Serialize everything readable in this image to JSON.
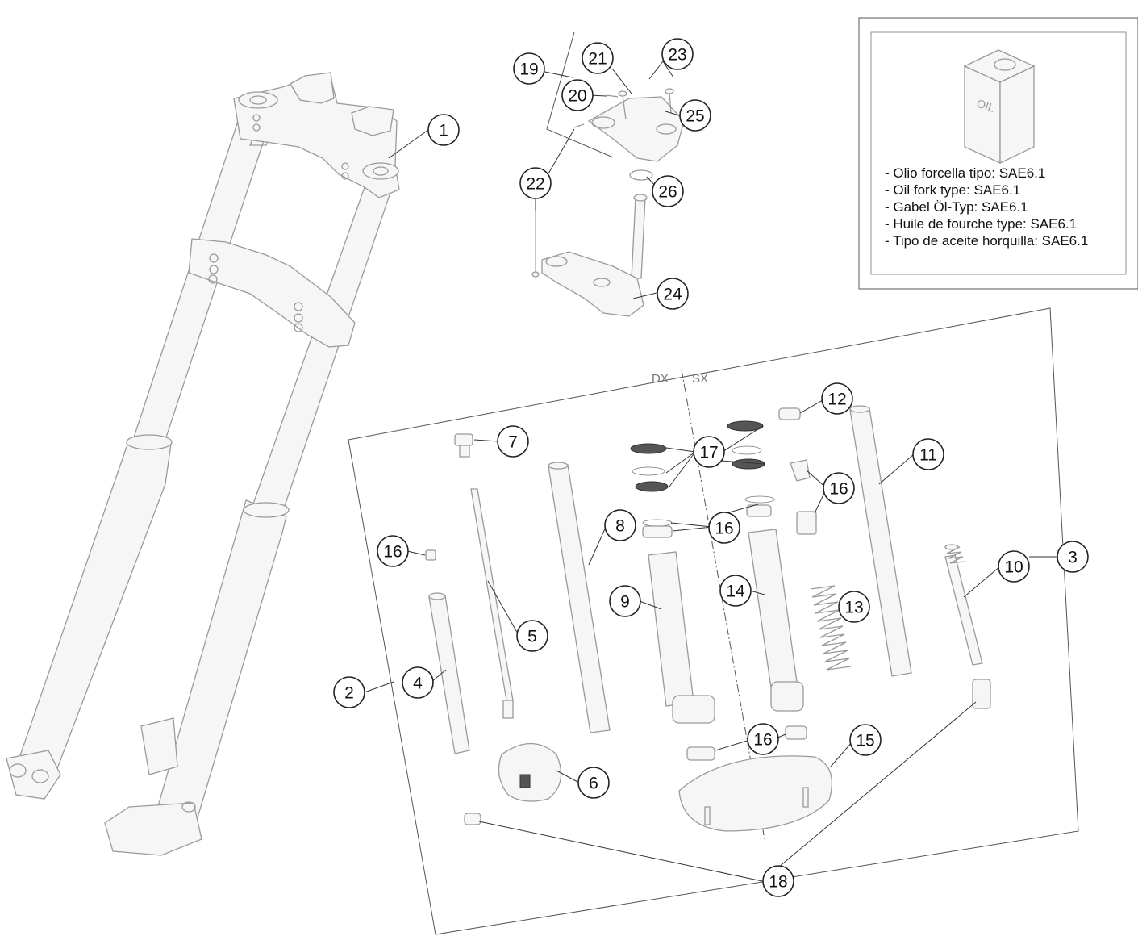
{
  "oil_spec": {
    "can_label": "OIL",
    "lines": [
      "- Olio forcella tipo: SAE6.1",
      "- Oil fork type: SAE6.1",
      "- Gabel Öl-Typ: SAE6.1",
      "- Huile de fourche type: SAE6.1",
      "- Tipo de aceite horquilla: SAE6.1"
    ]
  },
  "sides": {
    "right": "DX",
    "left": "SX"
  },
  "callouts": [
    {
      "id": "callout-1",
      "label": "1"
    },
    {
      "id": "callout-2",
      "label": "2"
    },
    {
      "id": "callout-3",
      "label": "3"
    },
    {
      "id": "callout-4",
      "label": "4"
    },
    {
      "id": "callout-5",
      "label": "5"
    },
    {
      "id": "callout-6",
      "label": "6"
    },
    {
      "id": "callout-7",
      "label": "7"
    },
    {
      "id": "callout-8",
      "label": "8"
    },
    {
      "id": "callout-9",
      "label": "9"
    },
    {
      "id": "callout-10",
      "label": "10"
    },
    {
      "id": "callout-11",
      "label": "11"
    },
    {
      "id": "callout-12",
      "label": "12"
    },
    {
      "id": "callout-13",
      "label": "13"
    },
    {
      "id": "callout-14",
      "label": "14"
    },
    {
      "id": "callout-15",
      "label": "15"
    },
    {
      "id": "callout-16a",
      "label": "16"
    },
    {
      "id": "callout-16b",
      "label": "16"
    },
    {
      "id": "callout-16c",
      "label": "16"
    },
    {
      "id": "callout-16d",
      "label": "16"
    },
    {
      "id": "callout-17",
      "label": "17"
    },
    {
      "id": "callout-18",
      "label": "18"
    },
    {
      "id": "callout-19",
      "label": "19"
    },
    {
      "id": "callout-20",
      "label": "20"
    },
    {
      "id": "callout-21",
      "label": "21"
    },
    {
      "id": "callout-22",
      "label": "22"
    },
    {
      "id": "callout-23",
      "label": "23"
    },
    {
      "id": "callout-24",
      "label": "24"
    },
    {
      "id": "callout-25",
      "label": "25"
    },
    {
      "id": "callout-26",
      "label": "26"
    }
  ]
}
